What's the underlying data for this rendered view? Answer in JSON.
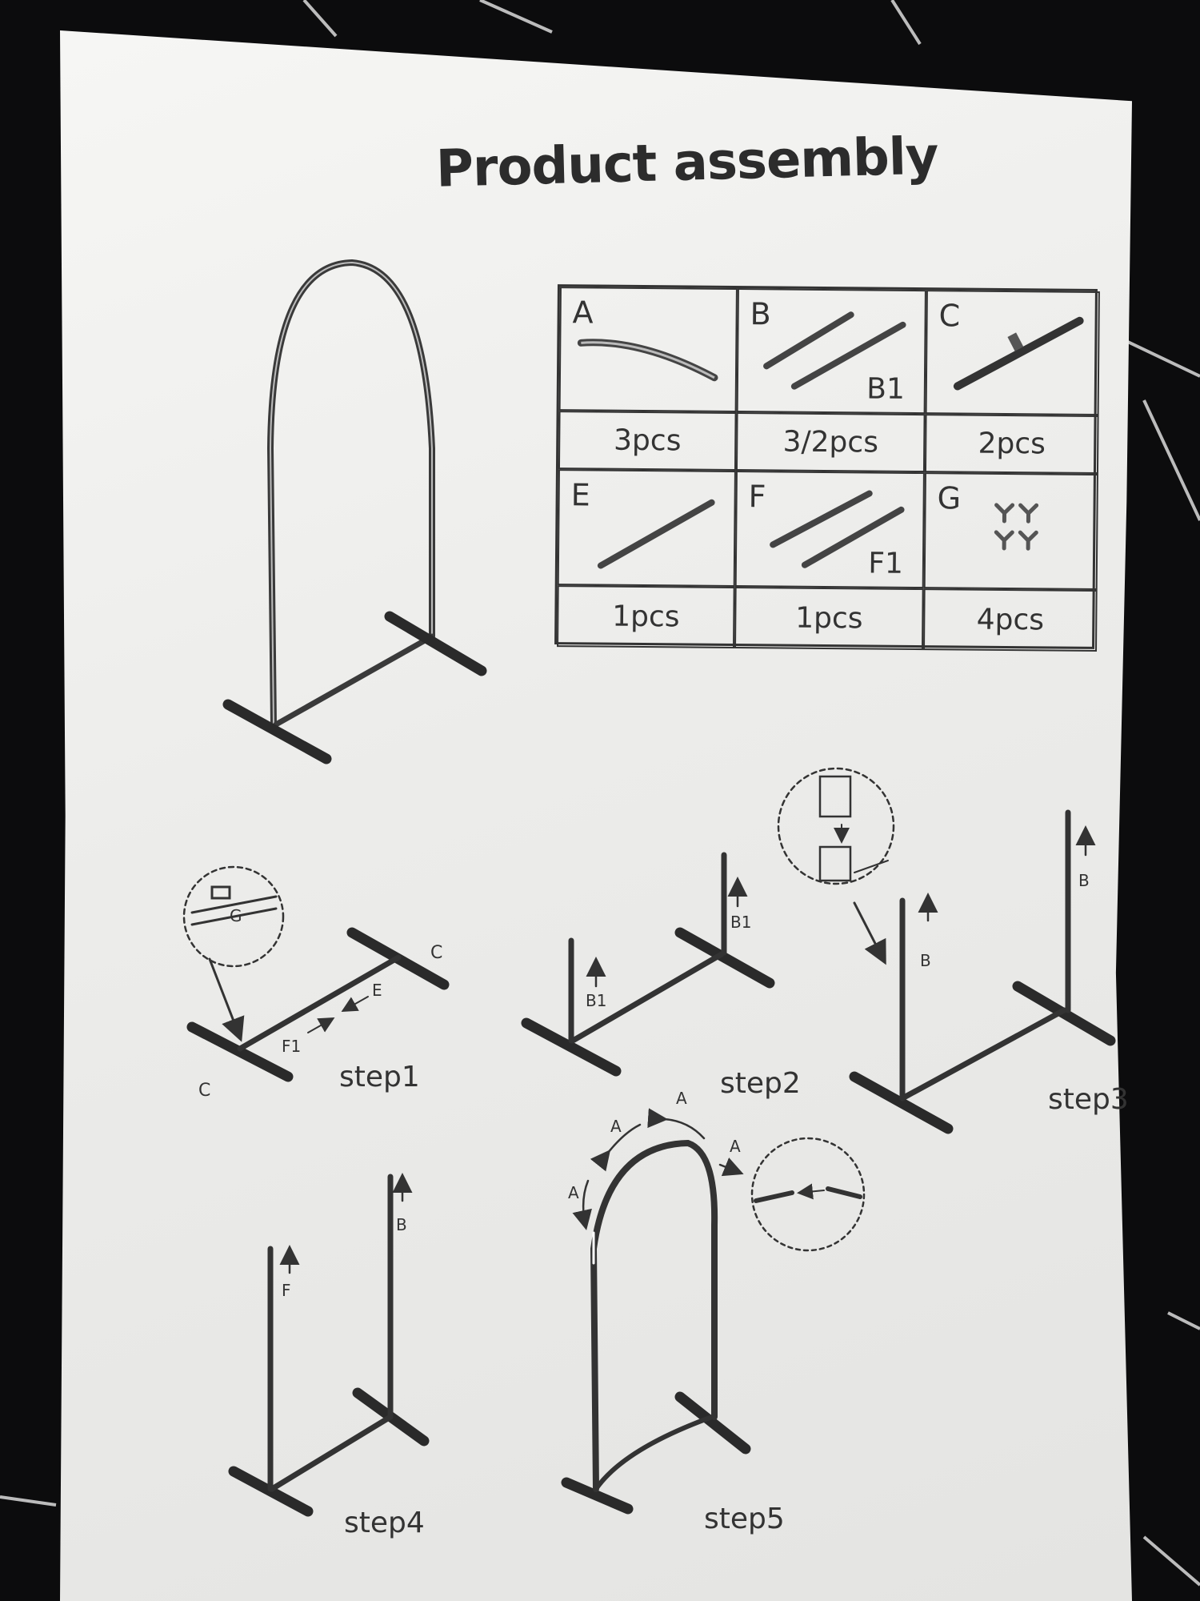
{
  "document": {
    "title": "Product assembly"
  },
  "parts": [
    {
      "letter": "A",
      "qty": "3pcs"
    },
    {
      "letter": "B",
      "sub": "B1",
      "qty": "3/2pcs"
    },
    {
      "letter": "C",
      "qty": "2pcs"
    },
    {
      "letter": "E",
      "qty": "1pcs"
    },
    {
      "letter": "F",
      "sub": "F1",
      "qty": "1pcs"
    },
    {
      "letter": "G",
      "qty": "4pcs"
    }
  ],
  "steps": {
    "step1": {
      "label": "step1",
      "callout": "G",
      "end_c_right": "C",
      "end_c_left": "C",
      "pole_e": "E",
      "pole_f1": "F1"
    },
    "step2": {
      "label": "step2",
      "pole_b1_left": "B1",
      "pole_b1_right": "B1"
    },
    "step3": {
      "label": "step3",
      "pole_b_left": "B",
      "pole_b_right": "B"
    },
    "step4": {
      "label": "step4",
      "pole_f": "F",
      "pole_b": "B"
    },
    "step5": {
      "label": "step5",
      "arch_a1": "A",
      "arch_a2": "A",
      "arch_a3": "A",
      "arch_a4": "A"
    }
  }
}
